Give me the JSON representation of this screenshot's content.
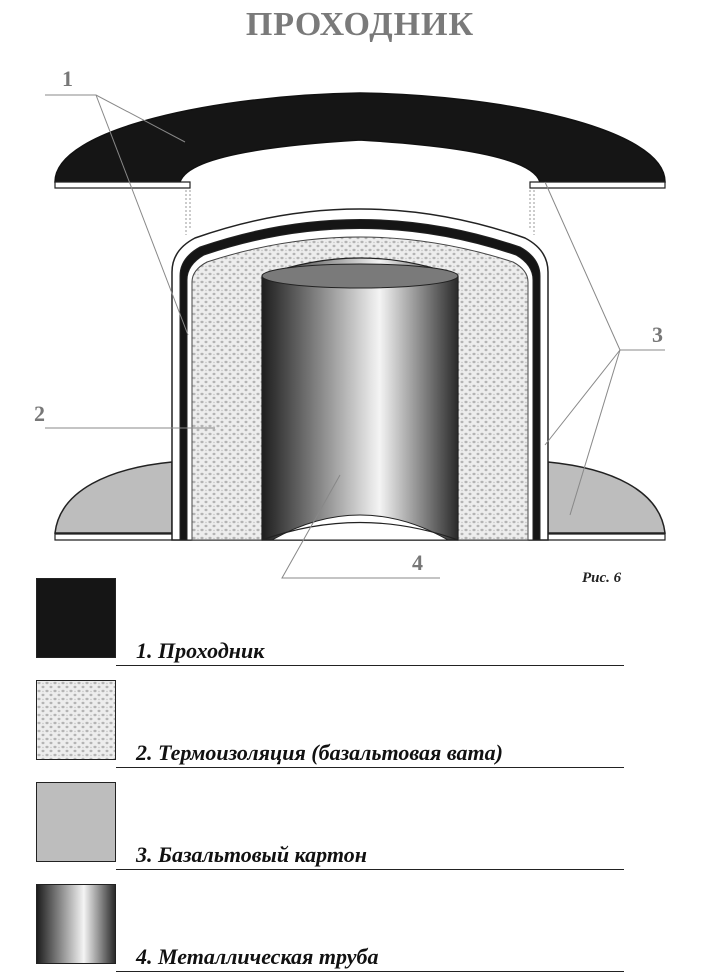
{
  "title": "ПРОХОДНИК",
  "figure_caption": "Рис. 6",
  "callouts": [
    "1",
    "2",
    "3",
    "4"
  ],
  "colors": {
    "black_part": "#151515",
    "insulation_bg": "#ededed",
    "insulation_dot": "#b4b4b4",
    "cardboard": "#bdbdbd",
    "pipe_dark": "#1e1e1e",
    "pipe_light": "#f4f4f4",
    "title": "#7a7a7a"
  },
  "legend": [
    {
      "label": "1. Проходник",
      "material": "black"
    },
    {
      "label": "2. Термоизоляция (базальтовая вата)",
      "material": "insulation"
    },
    {
      "label": "3. Базальтовый картон",
      "material": "cardboard"
    },
    {
      "label": "4. Металлическая труба",
      "material": "pipe"
    }
  ]
}
